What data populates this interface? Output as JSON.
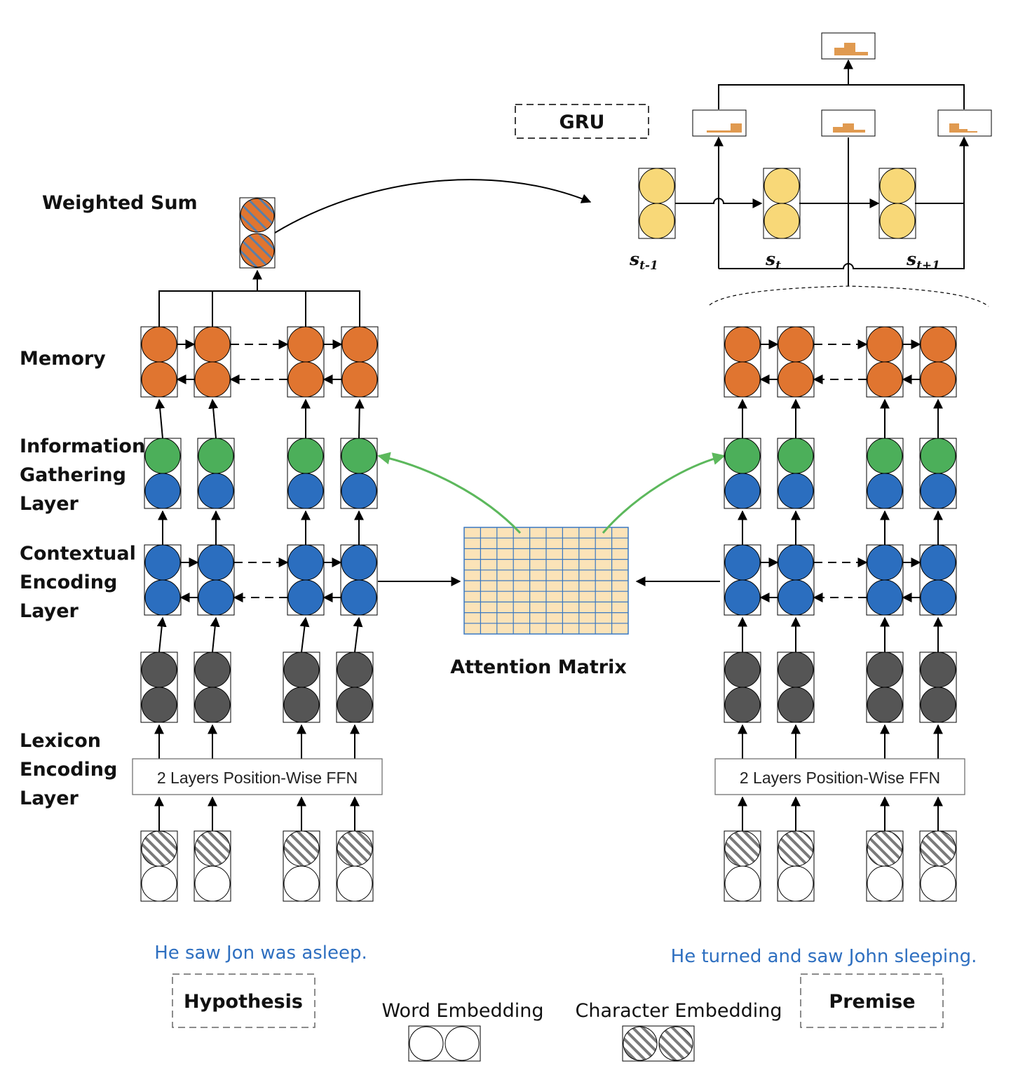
{
  "labels": {
    "weighted_sum": "Weighted Sum",
    "memory": "Memory",
    "info_gathering": [
      "Information",
      "Gathering",
      "Layer"
    ],
    "contextual_encoding": [
      "Contextual",
      "Encoding",
      "Layer"
    ],
    "lexicon_encoding": [
      "Lexicon",
      "Encoding",
      "Layer"
    ],
    "attention_matrix": "Attention Matrix",
    "gru": "GRU",
    "ffn_left": "2 Layers Position-Wise FFN",
    "ffn_right": "2 Layers Position-Wise FFN"
  },
  "states": [
    {
      "base": "s",
      "sub": "t-1"
    },
    {
      "base": "s",
      "sub": "t"
    },
    {
      "base": "s",
      "sub": "t+1"
    }
  ],
  "sentences": {
    "hypothesis": "He saw Jon was asleep.",
    "premise": "He turned and saw John sleeping."
  },
  "legend": {
    "hypothesis": "Hypothesis",
    "premise": "Premise",
    "word_embedding": "Word Embedding",
    "character_embedding": "Character Embedding"
  },
  "colors": {
    "memory": "#e07530",
    "gathering": "#4caf5a",
    "encoding": "#2b6ebf",
    "lexicon": "#555555",
    "gru_state": "#f8d878",
    "attention_cell": "#fbe3b8",
    "attention_grid": "#3a78c2",
    "histogram": "#e09a50",
    "attention_arrow": "#5cb85c",
    "sentence_text": "#2e6fc0"
  }
}
